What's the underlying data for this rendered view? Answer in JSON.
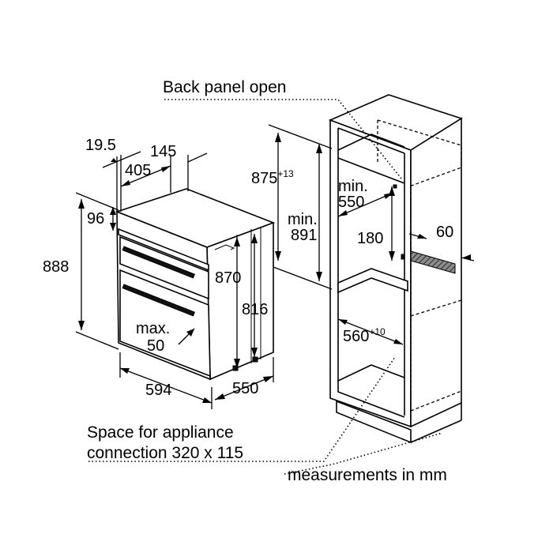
{
  "labels": {
    "back_panel": "Back panel open",
    "d_19_5": "19.5",
    "d_145": "145",
    "d_405": "405",
    "d_96": "96",
    "d_888": "888",
    "d_870": "870",
    "d_816": "816",
    "max": "max.",
    "d_50": "50",
    "d_594": "594",
    "d_550": "550",
    "d_875": "875",
    "d_875_tol": "+13",
    "min_a": "min.",
    "d_891": "891",
    "min_b": "min.",
    "d_550b": "550",
    "d_180": "180",
    "d_60": "60",
    "d_560": "560",
    "d_560_tol": "+10",
    "space_line1": "Space for appliance",
    "space_line2": "connection 320 x 115",
    "measurements": "measurements in mm"
  }
}
